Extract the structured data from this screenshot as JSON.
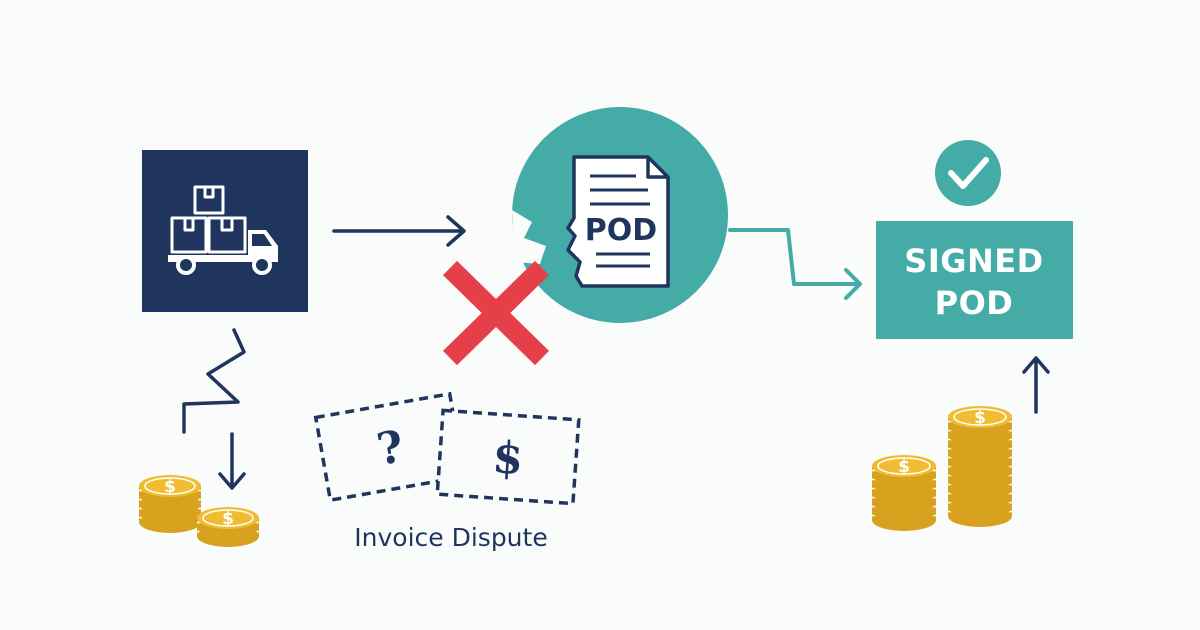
{
  "document": {
    "pod_label": "POD",
    "signed_label_line1": "SIGNED",
    "signed_label_line2": "POD",
    "bill_question": "?",
    "bill_dollar": "$",
    "caption": "Invoice Dispute",
    "coin_symbol": "$"
  },
  "colors": {
    "navy": "#1f355e",
    "teal": "#45aba6",
    "red": "#e5404a",
    "gold": "#f0bd32",
    "gold_dark": "#d9a21e",
    "white": "#ffffff"
  },
  "icons": [
    "delivery-truck-icon",
    "document-icon",
    "cross-icon",
    "checkmark-icon",
    "question-bill-icon",
    "dollar-bill-icon",
    "coin-stack-icon"
  ]
}
